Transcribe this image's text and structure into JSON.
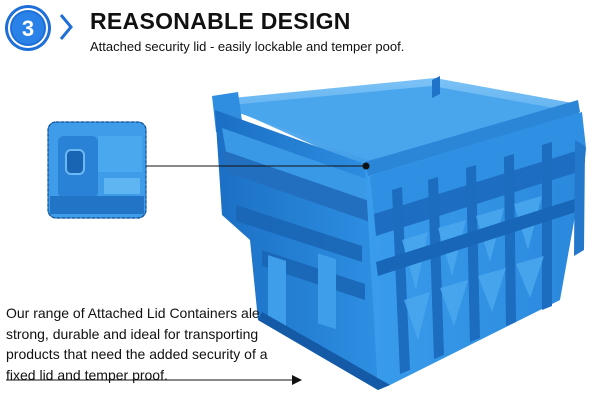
{
  "step": {
    "number": "3",
    "color": "#1e6fd8"
  },
  "header": {
    "title": "REASONABLE DESIGN",
    "subtitle": "Attached security lid - easily lockable and temper poof."
  },
  "body": {
    "lines": [
      "Our range of Attached Lid Containers ale",
      "strong, durable and ideal for transporting",
      "products that need the added security of a",
      "fixed lid and temper proof."
    ]
  },
  "colors": {
    "container": "#2b8fe0",
    "container_dark": "#1566b8",
    "container_light": "#5fb2f2"
  },
  "icons": [
    "chevron-right-icon",
    "arrow-right-icon"
  ]
}
